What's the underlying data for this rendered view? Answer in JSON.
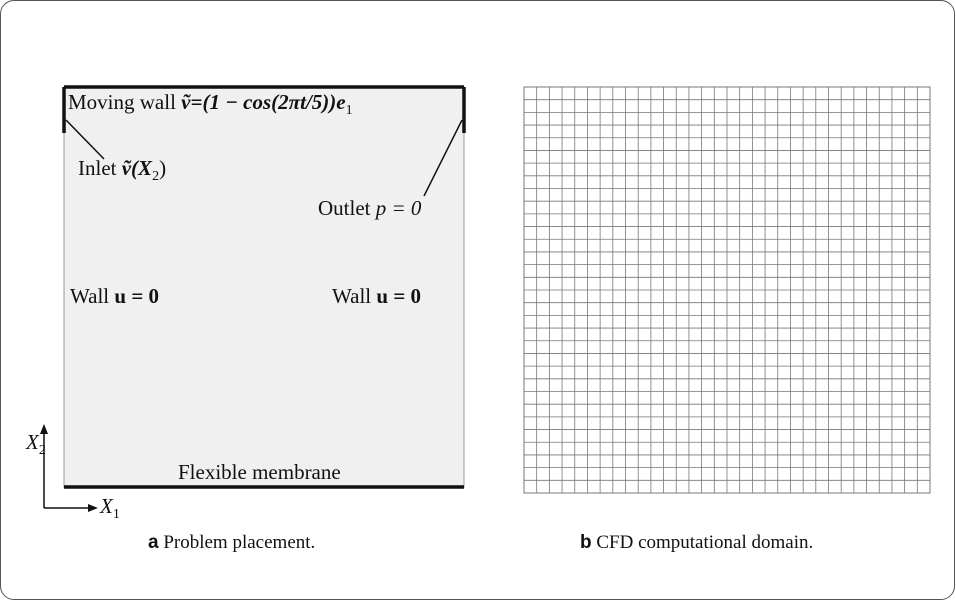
{
  "panel_a": {
    "top_label_prefix": "Moving wall ",
    "top_label_formula": "ṽ=(1 − cos(2πt/5))e",
    "top_label_sub": "1",
    "inlet_prefix": "Inlet ",
    "inlet_formula": "ṽ(X",
    "inlet_sub": "2",
    "inlet_suffix": ")",
    "outlet_prefix": "Outlet ",
    "outlet_formula": "p = 0",
    "wall_left_prefix": "Wall ",
    "wall_left_formula": "u = 0",
    "wall_right_prefix": "Wall ",
    "wall_right_formula": "u = 0",
    "bottom_label": "Flexible membrane",
    "axis_x2": "X",
    "axis_x2_sub": "2",
    "axis_x1": "X",
    "axis_x1_sub": "1",
    "caption_tag": "a",
    "caption_text": " Problem placement."
  },
  "panel_b": {
    "grid_cells": 32,
    "caption_tag": "b",
    "caption_text": " CFD computational domain."
  },
  "colors": {
    "domain_fill": "#f0f0f0",
    "grid_line": "#777777",
    "boundary": "#111111"
  }
}
